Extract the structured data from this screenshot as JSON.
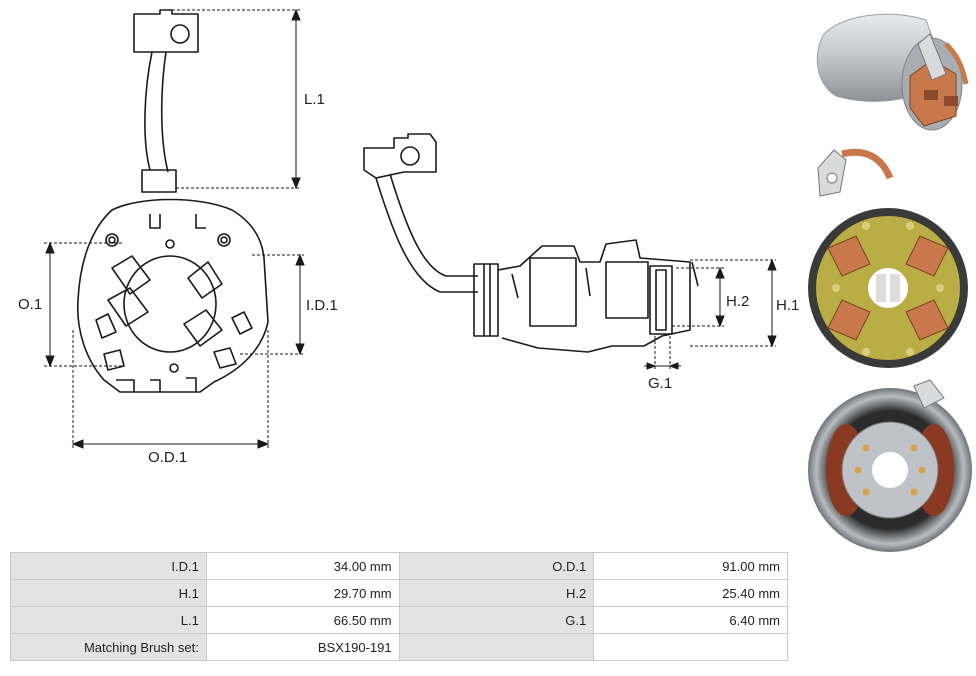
{
  "drawing": {
    "labels": {
      "l1": "L.1",
      "o1": "O.1",
      "id1": "I.D.1",
      "od1": "O.D.1",
      "h1": "H.1",
      "h2": "H.2",
      "g1": "G.1"
    }
  },
  "specs": {
    "rows": [
      {
        "label_a": "I.D.1",
        "value_a": "34.00 mm",
        "label_b": "O.D.1",
        "value_b": "91.00 mm"
      },
      {
        "label_a": "H.1",
        "value_a": "29.70 mm",
        "label_b": "H.2",
        "value_b": "25.40 mm"
      },
      {
        "label_a": "L.1",
        "value_a": "66.50 mm",
        "label_b": "G.1",
        "value_b": "6.40 mm"
      },
      {
        "label_a": "Matching Brush set:",
        "value_a": "BSX190-191",
        "label_b": "",
        "value_b": ""
      }
    ]
  },
  "colors": {
    "copper": "#c8784a",
    "board_yellow": "#b9ad45",
    "steel": "#b8bcc0",
    "coil": "#8a3a22"
  }
}
